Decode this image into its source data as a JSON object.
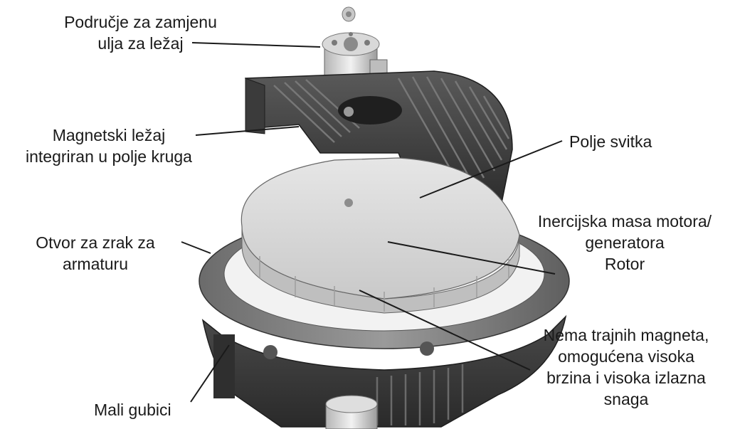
{
  "labels": {
    "oil_area": [
      "Područje za zamjenu",
      "ulja za ležaj"
    ],
    "magnetic_bearing": [
      "Magnetski ležaj",
      "integriran u polje kruga"
    ],
    "coil_field": [
      "Polje svitka"
    ],
    "inertial_mass": [
      "Inercijska masa motora/",
      "generatora",
      "Rotor"
    ],
    "air_opening": [
      "Otvor za zrak za",
      "armaturu"
    ],
    "no_magnets": [
      "Nema trajnih magneta,",
      "omogućena visoka",
      "brzina i visoka izlazna",
      "snaga"
    ],
    "small_losses": [
      "Mali gubici"
    ]
  }
}
